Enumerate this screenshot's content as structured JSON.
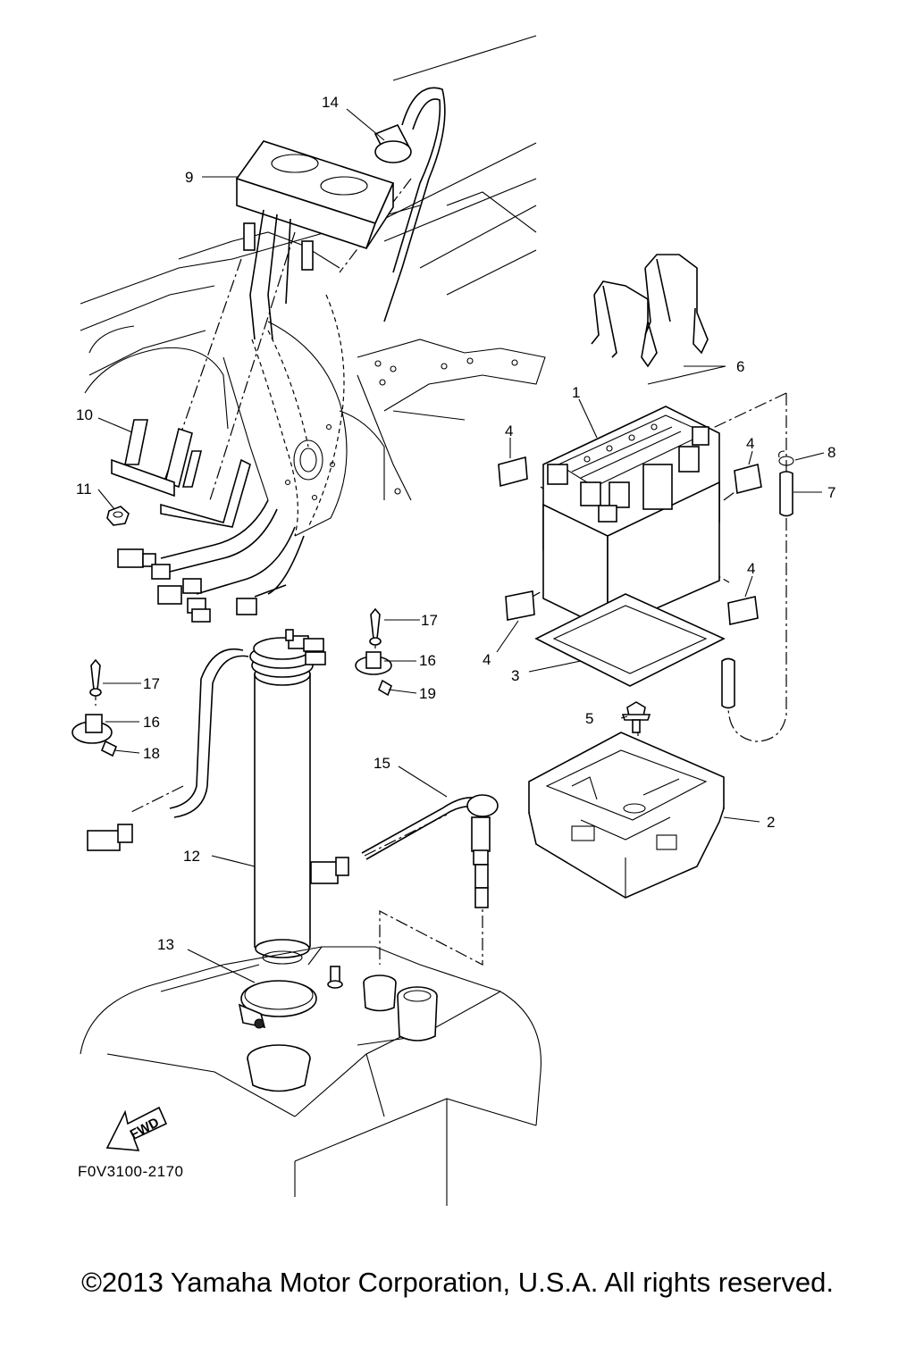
{
  "diagram_code": "F0V3100-2170",
  "fwd_label": "FWD",
  "copyright": "©2013 Yamaha Motor Corporation, U.S.A. All rights reserved.",
  "callouts": {
    "c1": "1",
    "c2": "2",
    "c3": "3",
    "c4a": "4",
    "c4b": "4",
    "c4c": "4",
    "c4d": "4",
    "c5": "5",
    "c6": "6",
    "c7": "7",
    "c8": "8",
    "c9": "9",
    "c10": "10",
    "c11": "11",
    "c12": "12",
    "c13": "13",
    "c14": "14",
    "c15": "15",
    "c16a": "16",
    "c16b": "16",
    "c17a": "17",
    "c17b": "17",
    "c18": "18",
    "c19": "19"
  }
}
